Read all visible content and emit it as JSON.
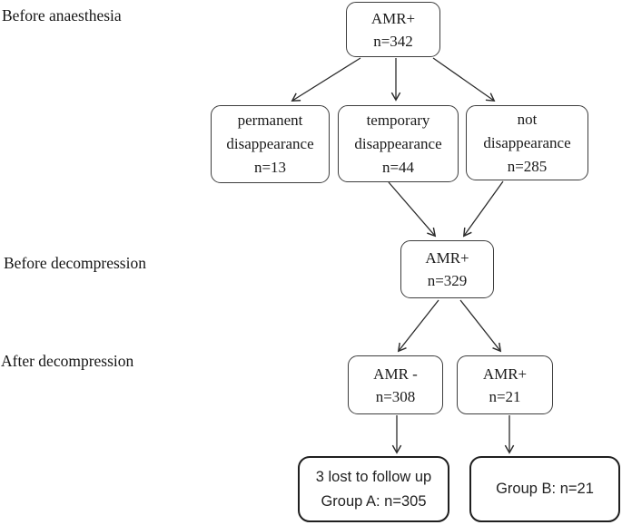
{
  "figure": {
    "background": "#ffffff",
    "line_color": "#2b2b2b",
    "thin_border_color": "#3d3d3d",
    "thick_border_color": "#1f1f1f",
    "row_labels": {
      "before_anaesthesia": "Before anaesthesia",
      "before_decompression": "Before decompression",
      "after_decompression": "After decompression"
    },
    "nodes": {
      "amr_342": {
        "line1": "AMR+",
        "line2": "n=342"
      },
      "permanent": {
        "line1": "permanent",
        "line2": "disappearance",
        "line3": "n=13"
      },
      "temporary": {
        "line1": "temporary",
        "line2": "disappearance",
        "line3": "n=44"
      },
      "not_disappearance": {
        "line1": "not",
        "line2": "disappearance",
        "line3": "n=285"
      },
      "amr_329": {
        "line1": "AMR+",
        "line2": "n=329"
      },
      "amr_minus_308": {
        "line1": "AMR -",
        "line2": "n=308"
      },
      "amr_plus_21": {
        "line1": "AMR+",
        "line2": "n=21"
      },
      "group_a": {
        "line1": "3 lost to follow up",
        "line2": "Group A: n=305"
      },
      "group_b": {
        "line1": "Group B: n=21"
      }
    }
  }
}
